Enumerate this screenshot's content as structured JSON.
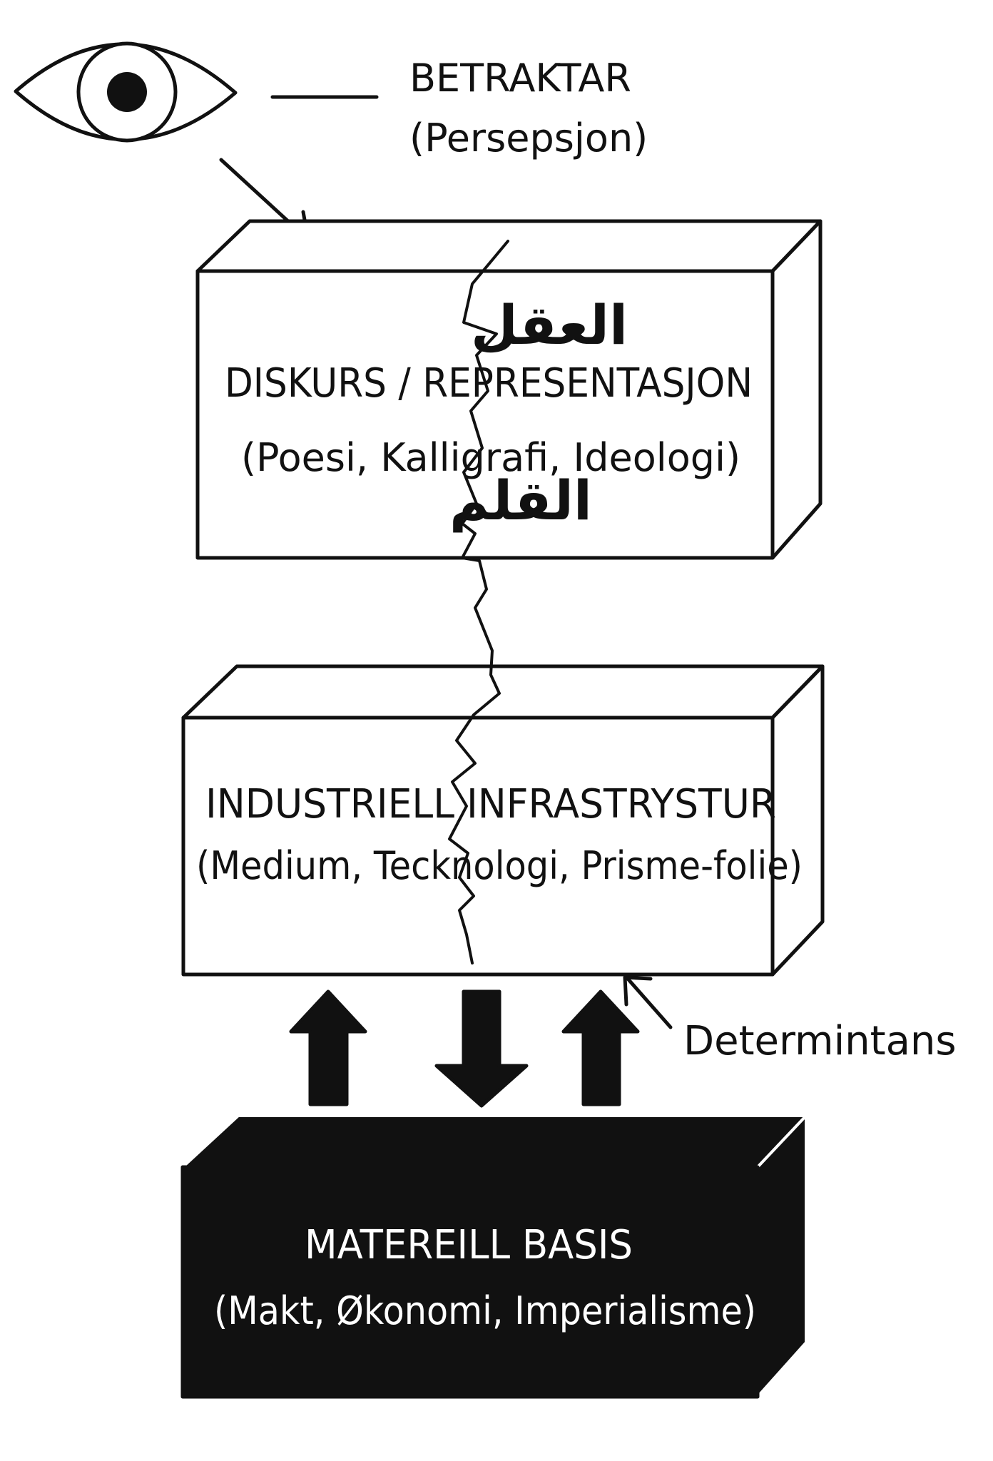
{
  "viewer": {
    "title": "BETRAKTAR",
    "subtitle": "(Persepsjon)",
    "icon": "eye-icon"
  },
  "boxes": [
    {
      "id": "discourse",
      "title": "DISKURS / REPRESENTASJON",
      "subtitle": "(Poesi, Kalligrafi, Ideologi)",
      "arabic_top": "العقل",
      "arabic_bottom": "القلم",
      "fill": "#ffffff"
    },
    {
      "id": "infrastructure",
      "title": "INDUSTRIELL INFRASTRYSTUR",
      "subtitle": "(Medium, Tecknologi, Prisme-folie)",
      "fill": "#ffffff"
    },
    {
      "id": "base",
      "title": "MATEREILL BASIS",
      "subtitle": "(Makt, Økonomi, Imperialisme)",
      "fill": "#111111"
    }
  ],
  "annotations": {
    "determinant": "Determintans"
  },
  "colors": {
    "ink": "#111111",
    "paper": "#ffffff"
  }
}
